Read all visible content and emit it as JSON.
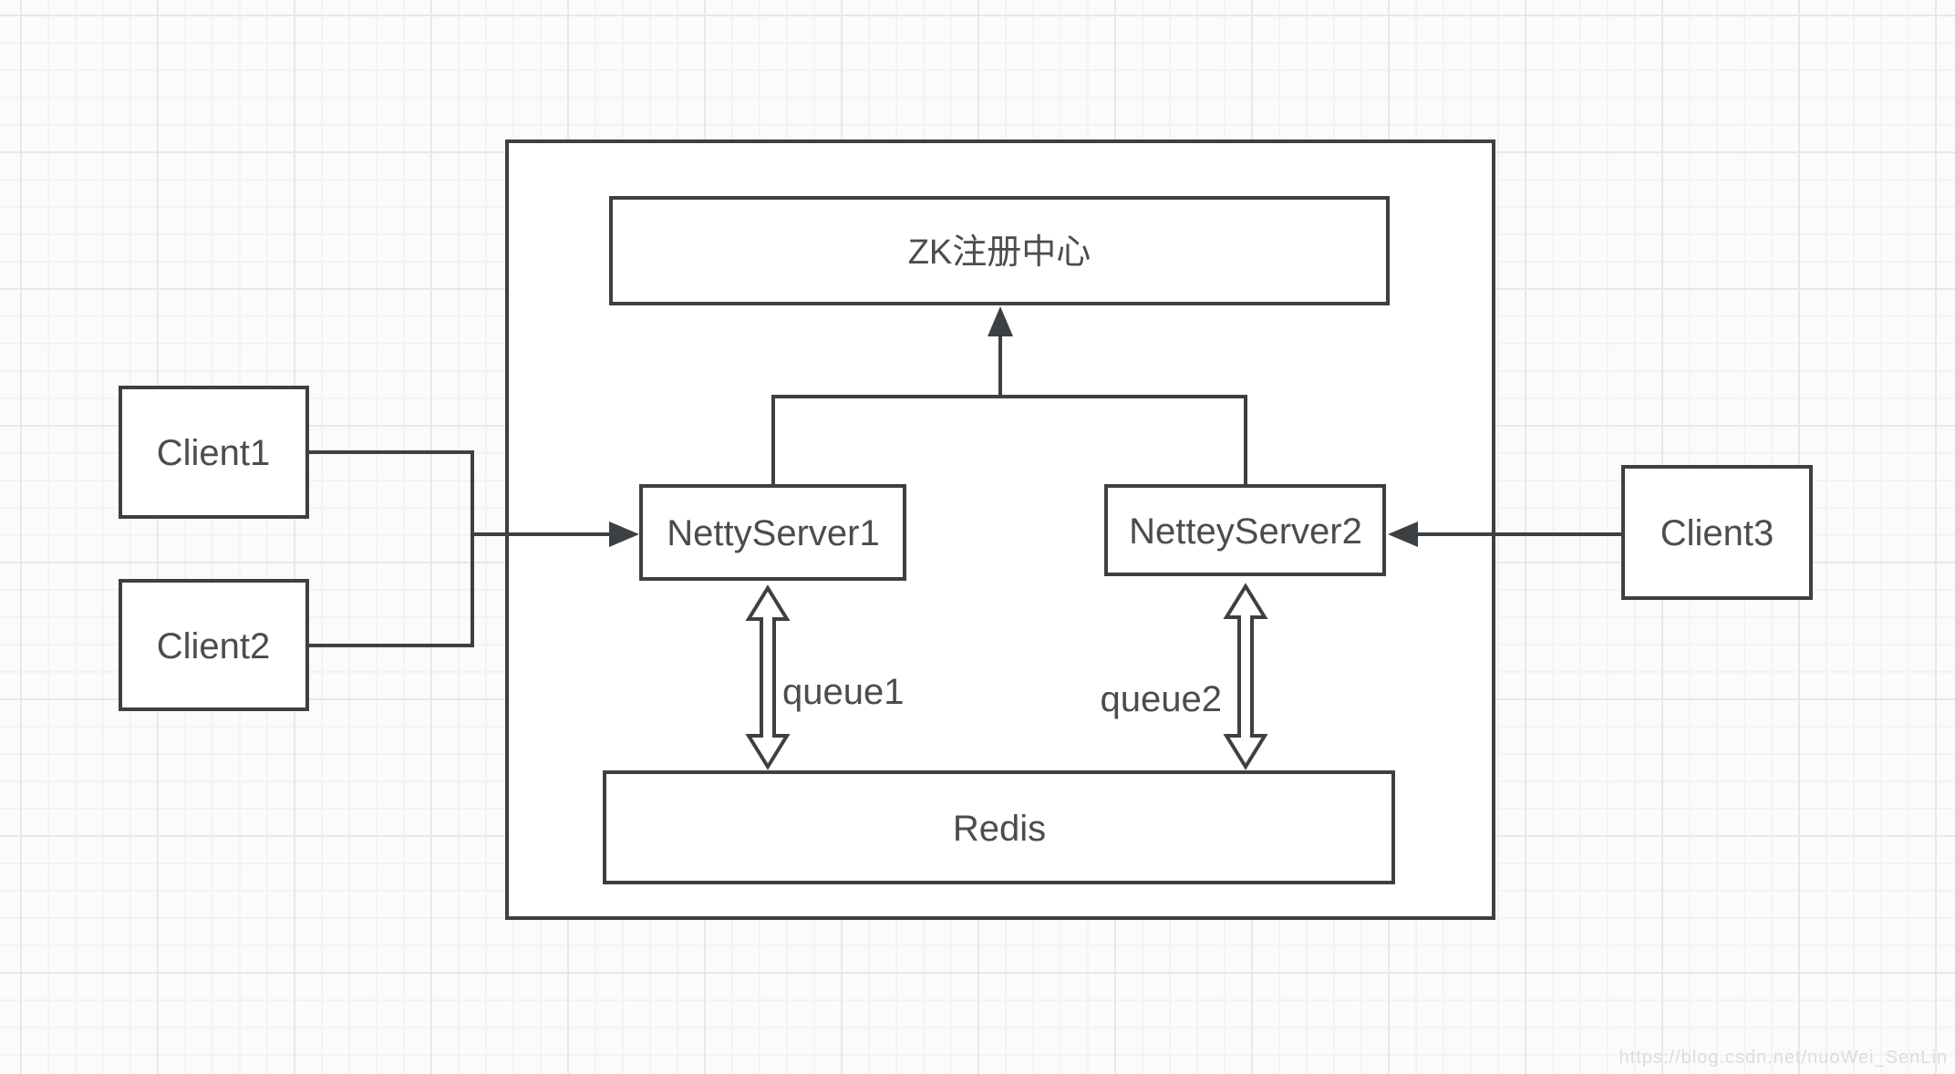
{
  "nodes": {
    "zk": {
      "label": "ZK注册中心"
    },
    "netty_server1": {
      "label": "NettyServer1"
    },
    "nettey_server2": {
      "label": "NetteyServer2"
    },
    "redis": {
      "label": "Redis"
    },
    "client1": {
      "label": "Client1"
    },
    "client2": {
      "label": "Client2"
    },
    "client3": {
      "label": "Client3"
    }
  },
  "edges": {
    "queue1": {
      "label": "queue1"
    },
    "queue2": {
      "label": "queue2"
    }
  },
  "watermark": {
    "text": "https://blog.csdn.net/nuoWei_SenLin"
  },
  "colors": {
    "stroke": "#3d4043",
    "text": "#4a4d50",
    "background": "#fbfbfc",
    "grid_minor": "#f3f3f5",
    "grid_major": "#e7e8ea",
    "watermark": "#dcdddd"
  }
}
